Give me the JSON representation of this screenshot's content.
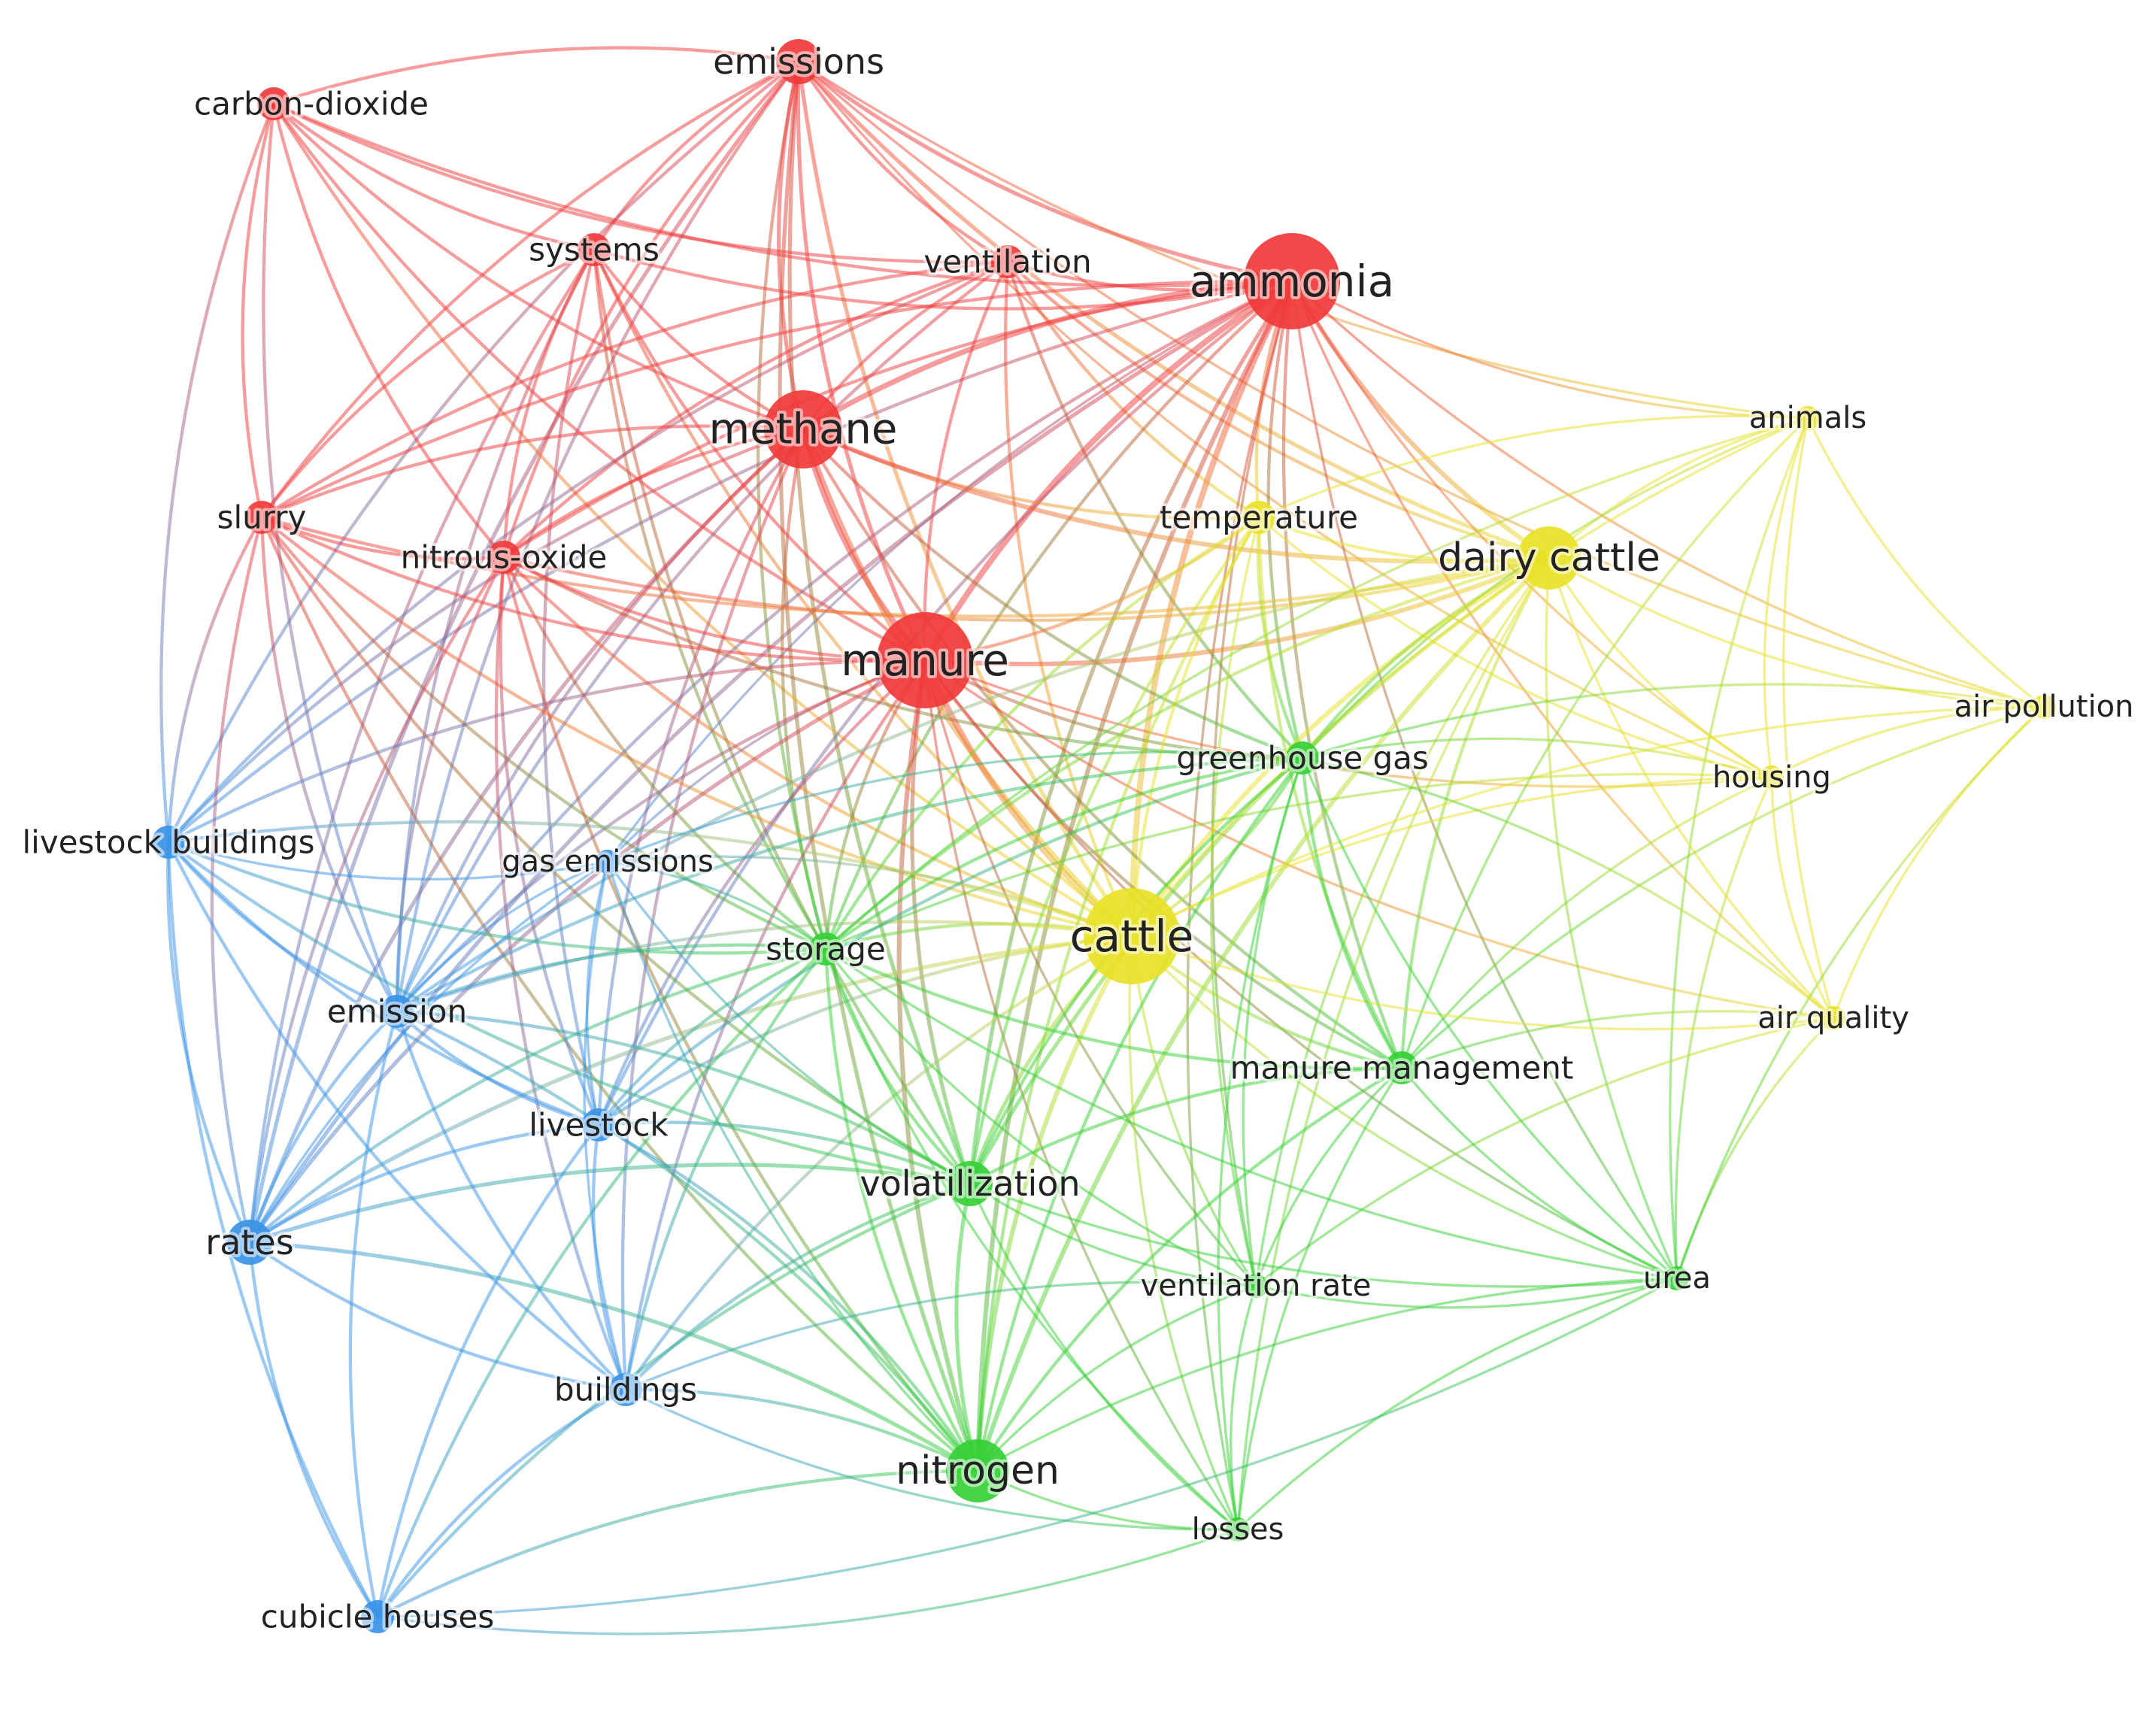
{
  "clusters": [
    {
      "id": "red",
      "color": "#f03a3a"
    },
    {
      "id": "green",
      "color": "#36cf36"
    },
    {
      "id": "blue",
      "color": "#3a93e6"
    },
    {
      "id": "yellow",
      "color": "#e8e227"
    }
  ],
  "nodes": [
    {
      "id": "emissions",
      "label": "emissions",
      "cluster": "red",
      "weight": 3
    },
    {
      "id": "carbon-dioxide",
      "label": "carbon-dioxide",
      "cluster": "red",
      "weight": 2
    },
    {
      "id": "systems",
      "label": "systems",
      "cluster": "red",
      "weight": 2
    },
    {
      "id": "ventilation",
      "label": "ventilation",
      "cluster": "red",
      "weight": 2
    },
    {
      "id": "ammonia",
      "label": "ammonia",
      "cluster": "red",
      "weight": 6
    },
    {
      "id": "methane",
      "label": "methane",
      "cluster": "red",
      "weight": 5
    },
    {
      "id": "slurry",
      "label": "slurry",
      "cluster": "red",
      "weight": 2
    },
    {
      "id": "nitrous-oxide",
      "label": "nitrous-oxide",
      "cluster": "red",
      "weight": 2
    },
    {
      "id": "manure",
      "label": "manure",
      "cluster": "red",
      "weight": 6
    },
    {
      "id": "animals",
      "label": "animals",
      "cluster": "yellow",
      "weight": 1
    },
    {
      "id": "temperature",
      "label": "temperature",
      "cluster": "yellow",
      "weight": 2
    },
    {
      "id": "dairy-cattle",
      "label": "dairy cattle",
      "cluster": "yellow",
      "weight": 4
    },
    {
      "id": "air-pollution",
      "label": "air pollution",
      "cluster": "yellow",
      "weight": 1
    },
    {
      "id": "housing",
      "label": "housing",
      "cluster": "yellow",
      "weight": 1
    },
    {
      "id": "cattle",
      "label": "cattle",
      "cluster": "yellow",
      "weight": 6
    },
    {
      "id": "air-quality",
      "label": "air quality",
      "cluster": "yellow",
      "weight": 1
    },
    {
      "id": "greenhouse-gas",
      "label": "greenhouse gas",
      "cluster": "green",
      "weight": 2
    },
    {
      "id": "storage",
      "label": "storage",
      "cluster": "green",
      "weight": 2
    },
    {
      "id": "manure-management",
      "label": "manure management",
      "cluster": "green",
      "weight": 2
    },
    {
      "id": "volatilization",
      "label": "volatilization",
      "cluster": "green",
      "weight": 3
    },
    {
      "id": "ventilation-rate",
      "label": "ventilation rate",
      "cluster": "green",
      "weight": 1
    },
    {
      "id": "urea",
      "label": "urea",
      "cluster": "green",
      "weight": 1
    },
    {
      "id": "nitrogen",
      "label": "nitrogen",
      "cluster": "green",
      "weight": 4
    },
    {
      "id": "losses",
      "label": "losses",
      "cluster": "green",
      "weight": 1
    },
    {
      "id": "livestock-buildings",
      "label": "livestock buildings",
      "cluster": "blue",
      "weight": 2
    },
    {
      "id": "gas-emissions",
      "label": "gas emissions",
      "cluster": "blue",
      "weight": 1
    },
    {
      "id": "emission",
      "label": "emission",
      "cluster": "blue",
      "weight": 2
    },
    {
      "id": "livestock",
      "label": "livestock",
      "cluster": "blue",
      "weight": 2
    },
    {
      "id": "rates",
      "label": "rates",
      "cluster": "blue",
      "weight": 3
    },
    {
      "id": "buildings",
      "label": "buildings",
      "cluster": "blue",
      "weight": 2
    },
    {
      "id": "cubicle-houses",
      "label": "cubicle houses",
      "cluster": "blue",
      "weight": 2
    }
  ],
  "edges": [
    [
      "emissions",
      "carbon-dioxide"
    ],
    [
      "emissions",
      "systems"
    ],
    [
      "emissions",
      "ventilation"
    ],
    [
      "emissions",
      "ammonia"
    ],
    [
      "emissions",
      "methane"
    ],
    [
      "emissions",
      "slurry"
    ],
    [
      "emissions",
      "nitrous-oxide"
    ],
    [
      "emissions",
      "manure"
    ],
    [
      "emissions",
      "cattle"
    ],
    [
      "emissions",
      "dairy-cattle"
    ],
    [
      "emissions",
      "animals"
    ],
    [
      "emissions",
      "air-pollution"
    ],
    [
      "emissions",
      "storage"
    ],
    [
      "emissions",
      "volatilization"
    ],
    [
      "emissions",
      "nitrogen"
    ],
    [
      "emissions",
      "livestock-buildings"
    ],
    [
      "emissions",
      "emission"
    ],
    [
      "emissions",
      "rates"
    ],
    [
      "emissions",
      "housing"
    ],
    [
      "carbon-dioxide",
      "systems"
    ],
    [
      "carbon-dioxide",
      "methane"
    ],
    [
      "carbon-dioxide",
      "slurry"
    ],
    [
      "carbon-dioxide",
      "nitrous-oxide"
    ],
    [
      "carbon-dioxide",
      "manure"
    ],
    [
      "carbon-dioxide",
      "ammonia"
    ],
    [
      "carbon-dioxide",
      "ventilation"
    ],
    [
      "carbon-dioxide",
      "livestock-buildings"
    ],
    [
      "carbon-dioxide",
      "cattle"
    ],
    [
      "carbon-dioxide",
      "emission"
    ],
    [
      "systems",
      "methane"
    ],
    [
      "systems",
      "ammonia"
    ],
    [
      "systems",
      "nitrous-oxide"
    ],
    [
      "systems",
      "slurry"
    ],
    [
      "systems",
      "manure"
    ],
    [
      "systems",
      "cattle"
    ],
    [
      "systems",
      "storage"
    ],
    [
      "systems",
      "emission"
    ],
    [
      "systems",
      "livestock"
    ],
    [
      "systems",
      "rates"
    ],
    [
      "systems",
      "volatilization"
    ],
    [
      "ventilation",
      "ammonia"
    ],
    [
      "ventilation",
      "methane"
    ],
    [
      "ventilation",
      "manure"
    ],
    [
      "ventilation",
      "cattle"
    ],
    [
      "ventilation",
      "temperature"
    ],
    [
      "ventilation",
      "dairy-cattle"
    ],
    [
      "ventilation",
      "nitrous-oxide"
    ],
    [
      "ventilation",
      "slurry"
    ],
    [
      "ventilation",
      "livestock-buildings"
    ],
    [
      "ventilation",
      "greenhouse-gas"
    ],
    [
      "ventilation",
      "emission"
    ],
    [
      "ammonia",
      "methane"
    ],
    [
      "ammonia",
      "manure"
    ],
    [
      "ammonia",
      "cattle"
    ],
    [
      "ammonia",
      "dairy-cattle"
    ],
    [
      "ammonia",
      "temperature"
    ],
    [
      "ammonia",
      "animals"
    ],
    [
      "ammonia",
      "air-pollution"
    ],
    [
      "ammonia",
      "housing"
    ],
    [
      "ammonia",
      "air-quality"
    ],
    [
      "ammonia",
      "greenhouse-gas"
    ],
    [
      "ammonia",
      "storage"
    ],
    [
      "ammonia",
      "volatilization"
    ],
    [
      "ammonia",
      "nitrogen"
    ],
    [
      "ammonia",
      "urea"
    ],
    [
      "ammonia",
      "manure-management"
    ],
    [
      "ammonia",
      "slurry"
    ],
    [
      "ammonia",
      "nitrous-oxide"
    ],
    [
      "ammonia",
      "livestock-buildings"
    ],
    [
      "ammonia",
      "emission"
    ],
    [
      "ammonia",
      "livestock"
    ],
    [
      "ammonia",
      "rates"
    ],
    [
      "ammonia",
      "ventilation-rate"
    ],
    [
      "ammonia",
      "losses"
    ],
    [
      "ammonia",
      "gas-emissions"
    ],
    [
      "methane",
      "manure"
    ],
    [
      "methane",
      "cattle"
    ],
    [
      "methane",
      "dairy-cattle"
    ],
    [
      "methane",
      "slurry"
    ],
    [
      "methane",
      "nitrous-oxide"
    ],
    [
      "methane",
      "temperature"
    ],
    [
      "methane",
      "greenhouse-gas"
    ],
    [
      "methane",
      "storage"
    ],
    [
      "methane",
      "manure-management"
    ],
    [
      "methane",
      "emission"
    ],
    [
      "methane",
      "livestock"
    ],
    [
      "methane",
      "rates"
    ],
    [
      "methane",
      "livestock-buildings"
    ],
    [
      "methane",
      "buildings"
    ],
    [
      "slurry",
      "nitrous-oxide"
    ],
    [
      "slurry",
      "manure"
    ],
    [
      "slurry",
      "cattle"
    ],
    [
      "slurry",
      "storage"
    ],
    [
      "slurry",
      "nitrogen"
    ],
    [
      "slurry",
      "livestock-buildings"
    ],
    [
      "slurry",
      "emission"
    ],
    [
      "slurry",
      "rates"
    ],
    [
      "slurry",
      "volatilization"
    ],
    [
      "slurry",
      "dairy-cattle"
    ],
    [
      "nitrous-oxide",
      "manure"
    ],
    [
      "nitrous-oxide",
      "cattle"
    ],
    [
      "nitrous-oxide",
      "storage"
    ],
    [
      "nitrous-oxide",
      "emission"
    ],
    [
      "nitrous-oxide",
      "livestock"
    ],
    [
      "nitrous-oxide",
      "rates"
    ],
    [
      "nitrous-oxide",
      "nitrogen"
    ],
    [
      "nitrous-oxide",
      "greenhouse-gas"
    ],
    [
      "nitrous-oxide",
      "dairy-cattle"
    ],
    [
      "nitrous-oxide",
      "buildings"
    ],
    [
      "manure",
      "cattle"
    ],
    [
      "manure",
      "dairy-cattle"
    ],
    [
      "manure",
      "temperature"
    ],
    [
      "manure",
      "greenhouse-gas"
    ],
    [
      "manure",
      "storage"
    ],
    [
      "manure",
      "volatilization"
    ],
    [
      "manure",
      "nitrogen"
    ],
    [
      "manure",
      "urea"
    ],
    [
      "manure",
      "manure-management"
    ],
    [
      "manure",
      "ventilation-rate"
    ],
    [
      "manure",
      "losses"
    ],
    [
      "manure",
      "livestock-buildings"
    ],
    [
      "manure",
      "gas-emissions"
    ],
    [
      "manure",
      "emission"
    ],
    [
      "manure",
      "livestock"
    ],
    [
      "manure",
      "rates"
    ],
    [
      "manure",
      "buildings"
    ],
    [
      "manure",
      "housing"
    ],
    [
      "manure",
      "air-quality"
    ],
    [
      "animals",
      "dairy-cattle"
    ],
    [
      "animals",
      "cattle"
    ],
    [
      "animals",
      "temperature"
    ],
    [
      "animals",
      "housing"
    ],
    [
      "animals",
      "air-pollution"
    ],
    [
      "animals",
      "air-quality"
    ],
    [
      "animals",
      "greenhouse-gas"
    ],
    [
      "animals",
      "manure-management"
    ],
    [
      "animals",
      "urea"
    ],
    [
      "animals",
      "storage"
    ],
    [
      "temperature",
      "dairy-cattle"
    ],
    [
      "temperature",
      "cattle"
    ],
    [
      "temperature",
      "storage"
    ],
    [
      "temperature",
      "volatilization"
    ],
    [
      "temperature",
      "greenhouse-gas"
    ],
    [
      "temperature",
      "manure-management"
    ],
    [
      "temperature",
      "ventilation-rate"
    ],
    [
      "temperature",
      "housing"
    ],
    [
      "temperature",
      "nitrogen"
    ],
    [
      "dairy-cattle",
      "cattle"
    ],
    [
      "dairy-cattle",
      "housing"
    ],
    [
      "dairy-cattle",
      "air-pollution"
    ],
    [
      "dairy-cattle",
      "air-quality"
    ],
    [
      "dairy-cattle",
      "greenhouse-gas"
    ],
    [
      "dairy-cattle",
      "storage"
    ],
    [
      "dairy-cattle",
      "manure-management"
    ],
    [
      "dairy-cattle",
      "volatilization"
    ],
    [
      "dairy-cattle",
      "nitrogen"
    ],
    [
      "dairy-cattle",
      "urea"
    ],
    [
      "dairy-cattle",
      "losses"
    ],
    [
      "dairy-cattle",
      "ventilation-rate"
    ],
    [
      "dairy-cattle",
      "emission"
    ],
    [
      "air-pollution",
      "housing"
    ],
    [
      "air-pollution",
      "air-quality"
    ],
    [
      "air-pollution",
      "cattle"
    ],
    [
      "air-pollution",
      "greenhouse-gas"
    ],
    [
      "air-pollution",
      "urea"
    ],
    [
      "air-pollution",
      "manure-management"
    ],
    [
      "housing",
      "cattle"
    ],
    [
      "housing",
      "air-quality"
    ],
    [
      "housing",
      "greenhouse-gas"
    ],
    [
      "housing",
      "manure-management"
    ],
    [
      "housing",
      "urea"
    ],
    [
      "housing",
      "storage"
    ],
    [
      "cattle",
      "greenhouse-gas"
    ],
    [
      "cattle",
      "storage"
    ],
    [
      "cattle",
      "manure-management"
    ],
    [
      "cattle",
      "volatilization"
    ],
    [
      "cattle",
      "nitrogen"
    ],
    [
      "cattle",
      "urea"
    ],
    [
      "cattle",
      "losses"
    ],
    [
      "cattle",
      "ventilation-rate"
    ],
    [
      "cattle",
      "air-quality"
    ],
    [
      "cattle",
      "livestock-buildings"
    ],
    [
      "cattle",
      "gas-emissions"
    ],
    [
      "cattle",
      "emission"
    ],
    [
      "cattle",
      "livestock"
    ],
    [
      "cattle",
      "rates"
    ],
    [
      "cattle",
      "buildings"
    ],
    [
      "air-quality",
      "manure-management"
    ],
    [
      "air-quality",
      "urea"
    ],
    [
      "air-quality",
      "greenhouse-gas"
    ],
    [
      "air-quality",
      "ventilation-rate"
    ],
    [
      "greenhouse-gas",
      "storage"
    ],
    [
      "greenhouse-gas",
      "manure-management"
    ],
    [
      "greenhouse-gas",
      "volatilization"
    ],
    [
      "greenhouse-gas",
      "nitrogen"
    ],
    [
      "greenhouse-gas",
      "urea"
    ],
    [
      "greenhouse-gas",
      "ventilation-rate"
    ],
    [
      "greenhouse-gas",
      "losses"
    ],
    [
      "greenhouse-gas",
      "emission"
    ],
    [
      "greenhouse-gas",
      "livestock"
    ],
    [
      "greenhouse-gas",
      "gas-emissions"
    ],
    [
      "storage",
      "manure-management"
    ],
    [
      "storage",
      "volatilization"
    ],
    [
      "storage",
      "nitrogen"
    ],
    [
      "storage",
      "urea"
    ],
    [
      "storage",
      "losses"
    ],
    [
      "storage",
      "ventilation-rate"
    ],
    [
      "storage",
      "gas-emissions"
    ],
    [
      "storage",
      "emission"
    ],
    [
      "storage",
      "livestock"
    ],
    [
      "storage",
      "rates"
    ],
    [
      "storage",
      "buildings"
    ],
    [
      "storage",
      "cubicle-houses"
    ],
    [
      "manure-management",
      "volatilization"
    ],
    [
      "manure-management",
      "nitrogen"
    ],
    [
      "manure-management",
      "urea"
    ],
    [
      "manure-management",
      "ventilation-rate"
    ],
    [
      "manure-management",
      "losses"
    ],
    [
      "volatilization",
      "nitrogen"
    ],
    [
      "volatilization",
      "urea"
    ],
    [
      "volatilization",
      "losses"
    ],
    [
      "volatilization",
      "ventilation-rate"
    ],
    [
      "volatilization",
      "emission"
    ],
    [
      "volatilization",
      "livestock"
    ],
    [
      "volatilization",
      "rates"
    ],
    [
      "volatilization",
      "buildings"
    ],
    [
      "volatilization",
      "cubicle-houses"
    ],
    [
      "ventilation-rate",
      "nitrogen"
    ],
    [
      "ventilation-rate",
      "urea"
    ],
    [
      "ventilation-rate",
      "losses"
    ],
    [
      "ventilation-rate",
      "buildings"
    ],
    [
      "urea",
      "nitrogen"
    ],
    [
      "urea",
      "losses"
    ],
    [
      "nitrogen",
      "losses"
    ],
    [
      "nitrogen",
      "buildings"
    ],
    [
      "nitrogen",
      "cubicle-houses"
    ],
    [
      "nitrogen",
      "rates"
    ],
    [
      "nitrogen",
      "emission"
    ],
    [
      "nitrogen",
      "livestock"
    ],
    [
      "livestock-buildings",
      "gas-emissions"
    ],
    [
      "livestock-buildings",
      "emission"
    ],
    [
      "livestock-buildings",
      "livestock"
    ],
    [
      "livestock-buildings",
      "rates"
    ],
    [
      "livestock-buildings",
      "buildings"
    ],
    [
      "livestock-buildings",
      "cubicle-houses"
    ],
    [
      "livestock-buildings",
      "storage"
    ],
    [
      "livestock-buildings",
      "volatilization"
    ],
    [
      "gas-emissions",
      "emission"
    ],
    [
      "gas-emissions",
      "livestock"
    ],
    [
      "gas-emissions",
      "rates"
    ],
    [
      "gas-emissions",
      "buildings"
    ],
    [
      "gas-emissions",
      "volatilization"
    ],
    [
      "gas-emissions",
      "nitrogen"
    ],
    [
      "emission",
      "livestock"
    ],
    [
      "emission",
      "rates"
    ],
    [
      "emission",
      "buildings"
    ],
    [
      "emission",
      "cubicle-houses"
    ],
    [
      "livestock",
      "rates"
    ],
    [
      "livestock",
      "buildings"
    ],
    [
      "livestock",
      "cubicle-houses"
    ],
    [
      "rates",
      "buildings"
    ],
    [
      "rates",
      "cubicle-houses"
    ],
    [
      "buildings",
      "cubicle-houses"
    ],
    [
      "buildings",
      "losses"
    ],
    [
      "cubicle-houses",
      "losses"
    ],
    [
      "cubicle-houses",
      "urea"
    ]
  ]
}
